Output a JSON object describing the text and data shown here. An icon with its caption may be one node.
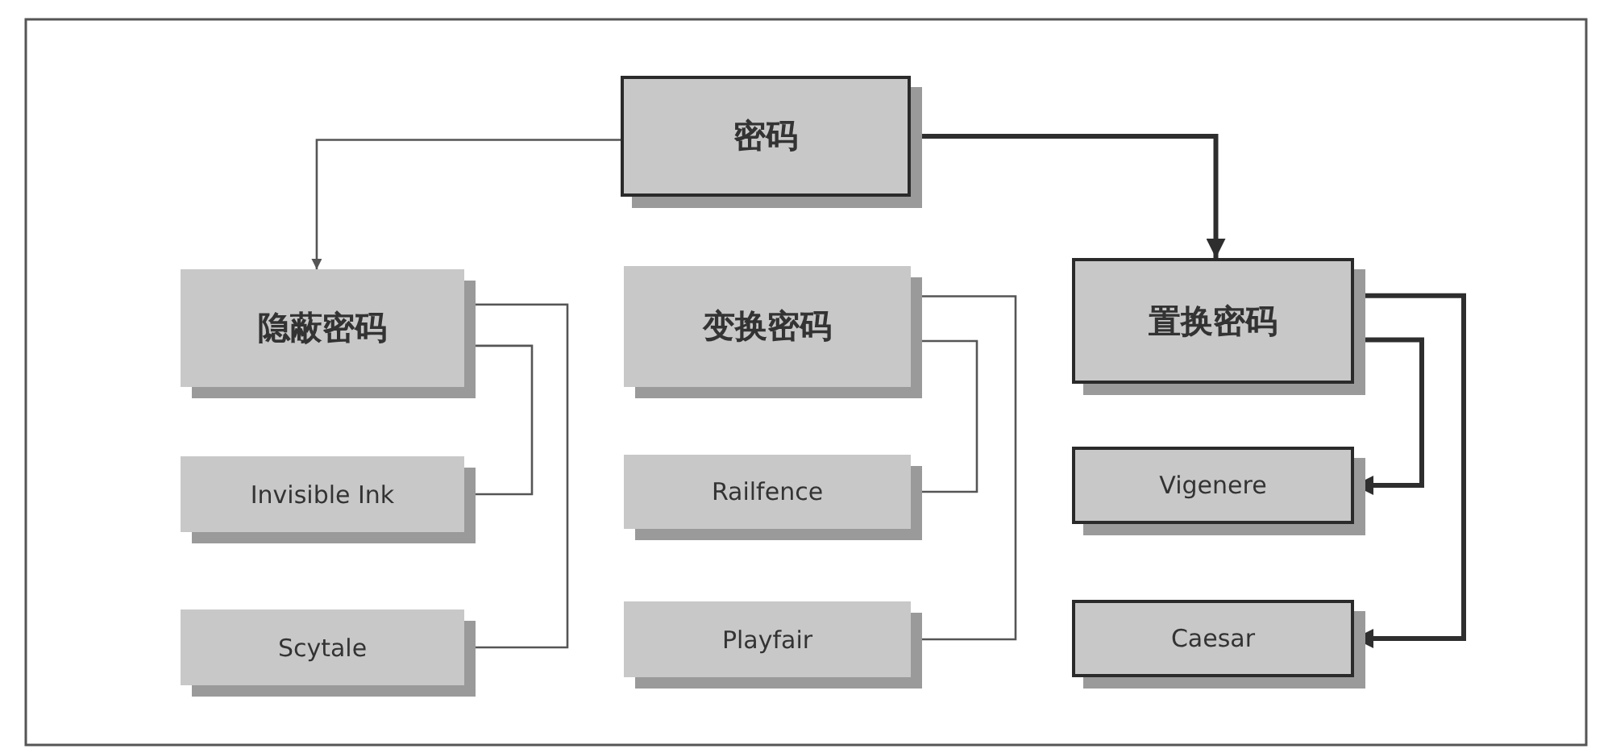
{
  "diagram": {
    "nodes": [
      {
        "text": [
          "密码"
        ]
      },
      {
        "text": [
          "隐蔽密码"
        ]
      },
      {
        "text": [
          "Invisible Ink"
        ]
      },
      {
        "text": [
          "Scytale"
        ]
      },
      {
        "text": [
          "变换密码"
        ]
      },
      {
        "text": [
          "Railfence"
        ]
      },
      {
        "text": [
          "Playfair"
        ]
      },
      {
        "text": [
          "置换密码"
        ]
      },
      {
        "text": [
          "Vigenere"
        ]
      },
      {
        "text": [
          "Caesar"
        ]
      }
    ],
    "edges": [
      {
        "from": 0,
        "to": 1,
        "arrow": "to"
      },
      {
        "from": 0,
        "to": 7,
        "arrow": "to",
        "style": "thick"
      },
      {
        "from": 1,
        "to": 2,
        "arrow": "to"
      },
      {
        "from": 1,
        "to": 3,
        "arrow": "to"
      },
      {
        "from": 4,
        "to": 5,
        "arrow": "to"
      },
      {
        "from": 4,
        "to": 6,
        "arrow": "to"
      },
      {
        "from": 7,
        "to": 8,
        "arrow": "to",
        "style": "thick"
      },
      {
        "from": 7,
        "to": 9,
        "arrow": "to",
        "style": "thick"
      }
    ]
  }
}
